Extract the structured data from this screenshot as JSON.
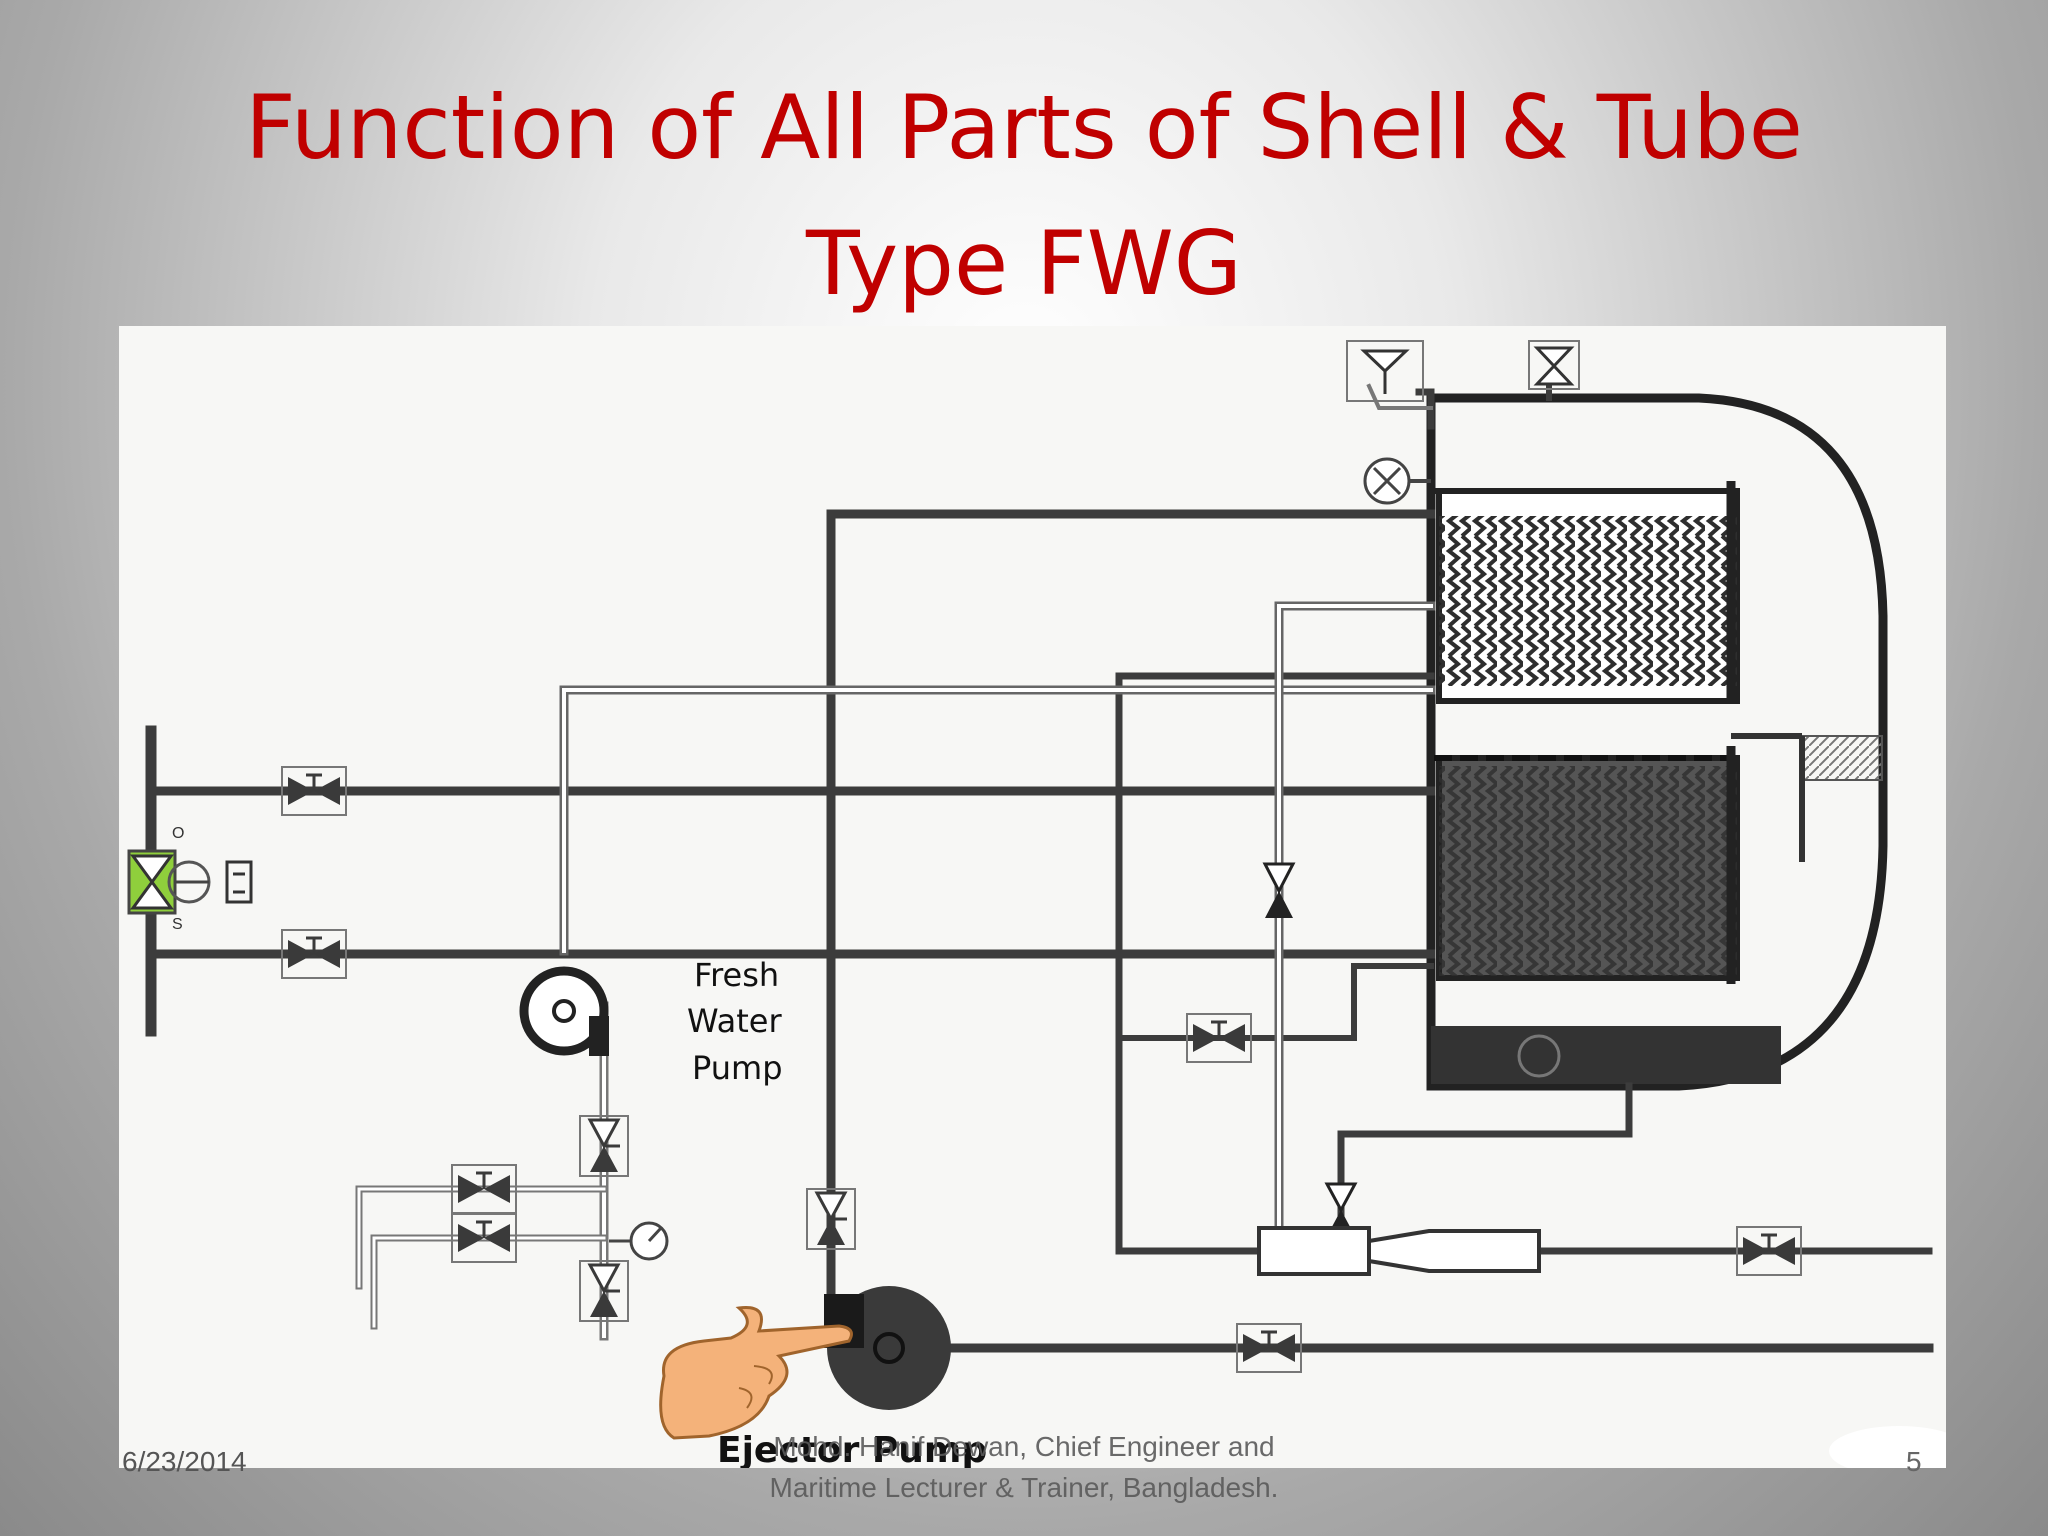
{
  "slide": {
    "title": "Function of All Parts of Shell & Tube Type FWG",
    "footer": {
      "date": "6/23/2014",
      "author_line1": "Mohd. Hanif Dewan, Chief Engineer and",
      "author_line2": "Maritime Lecturer & Trainer, Bangladesh.",
      "page_number": "5"
    }
  },
  "diagram": {
    "labels": {
      "fresh_water_pump_line1": "Fresh",
      "fresh_water_pump_line2": "Water",
      "fresh_water_pump_line3": "Pump",
      "ejector_pump": "Ejector Pump"
    },
    "colors": {
      "pipe": "#3c3c3c",
      "valve_highlight": "#8fcf3c",
      "hand": "#f4b27a",
      "title": "#c00000"
    }
  }
}
